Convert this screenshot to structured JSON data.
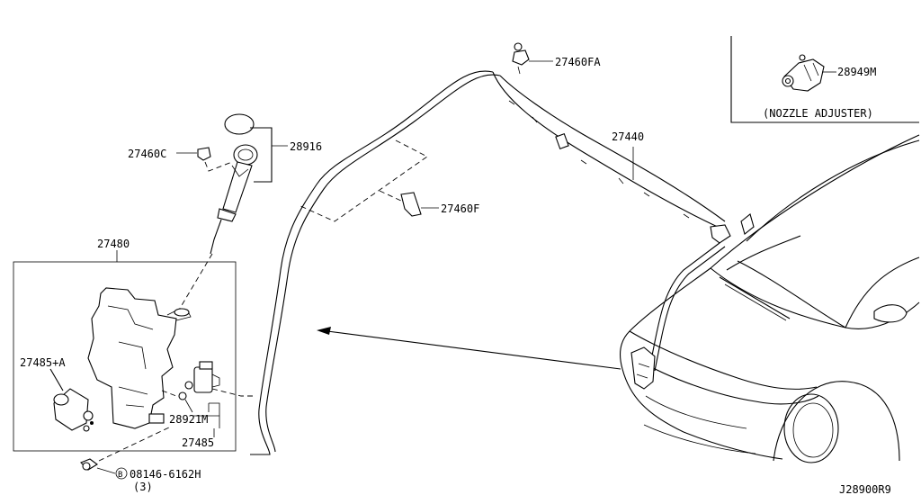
{
  "labels": {
    "p27460FA": "27460FA",
    "p27440": "27440",
    "p28949M": "28949M",
    "nozzle_adjuster": "(NOZZLE ADJUSTER)",
    "p27460C": "27460C",
    "p28916": "28916",
    "p27460F": "27460F",
    "p27480": "27480",
    "p27485A": "27485+A",
    "p28921M": "28921M",
    "p27485": "27485",
    "p08146": "08146-6162H",
    "circle_letter": "B",
    "qty": "(3)",
    "diagram_code": "J28900R9"
  }
}
